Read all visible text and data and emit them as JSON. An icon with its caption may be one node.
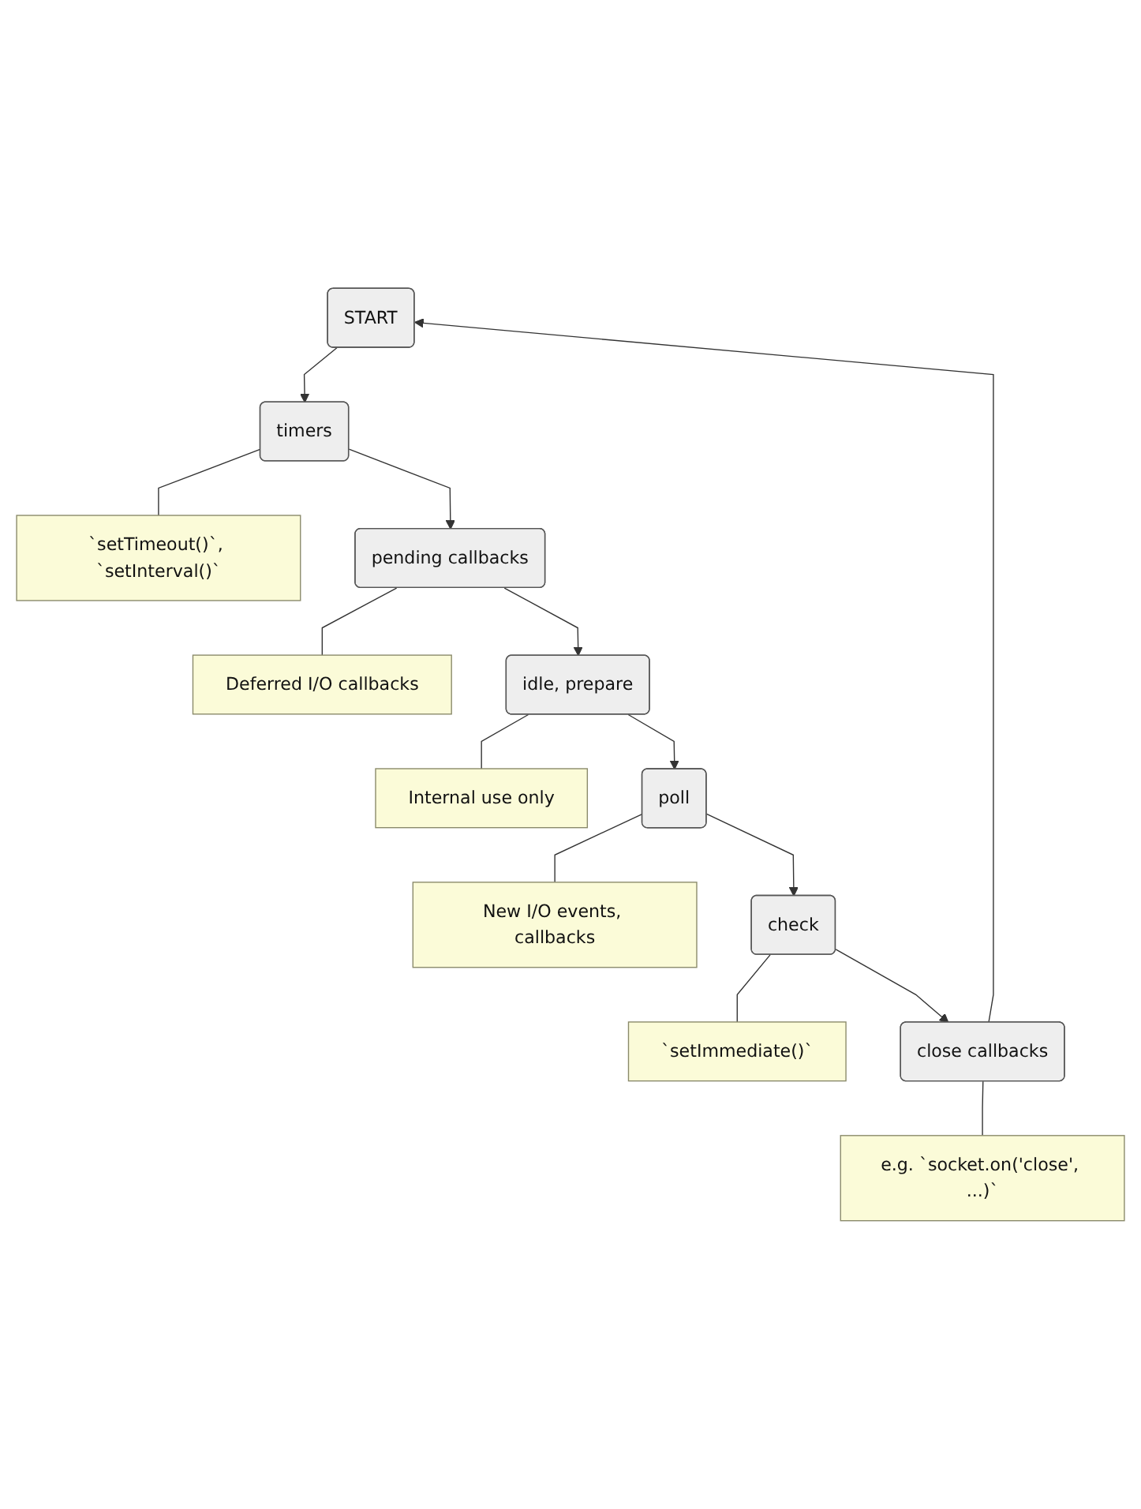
{
  "diagram": {
    "nodes": [
      {
        "text": [
          "START"
        ]
      },
      {
        "text": [
          "timers"
        ]
      },
      {
        "text": [
          "`setTimeout()`, `setInterval()`"
        ]
      },
      {
        "text": [
          "pending callbacks"
        ]
      },
      {
        "text": [
          "Deferred I/O callbacks"
        ]
      },
      {
        "text": [
          "idle, prepare"
        ]
      },
      {
        "text": [
          "Internal use only"
        ]
      },
      {
        "text": [
          "poll"
        ]
      },
      {
        "text": [
          "New I/O events, callbacks"
        ]
      },
      {
        "text": [
          "check"
        ]
      },
      {
        "text": [
          "`setImmediate()`"
        ]
      },
      {
        "text": [
          "close callbacks"
        ]
      },
      {
        "text": [
          "e.g. `socket.on('close', ...)`"
        ]
      }
    ],
    "edges": [
      {
        "from": 0,
        "to": 1,
        "arrow": "to"
      },
      {
        "from": 1,
        "to": 2,
        "arrow": "none"
      },
      {
        "from": 1,
        "to": 3,
        "arrow": "to"
      },
      {
        "from": 3,
        "to": 4,
        "arrow": "none"
      },
      {
        "from": 3,
        "to": 5,
        "arrow": "to"
      },
      {
        "from": 5,
        "to": 6,
        "arrow": "none"
      },
      {
        "from": 5,
        "to": 7,
        "arrow": "to"
      },
      {
        "from": 7,
        "to": 8,
        "arrow": "none"
      },
      {
        "from": 7,
        "to": 9,
        "arrow": "to"
      },
      {
        "from": 9,
        "to": 10,
        "arrow": "none"
      },
      {
        "from": 9,
        "to": 11,
        "arrow": "to"
      },
      {
        "from": 11,
        "to": 12,
        "arrow": "none"
      },
      {
        "from": 11,
        "to": 0,
        "arrow": "to"
      }
    ]
  }
}
